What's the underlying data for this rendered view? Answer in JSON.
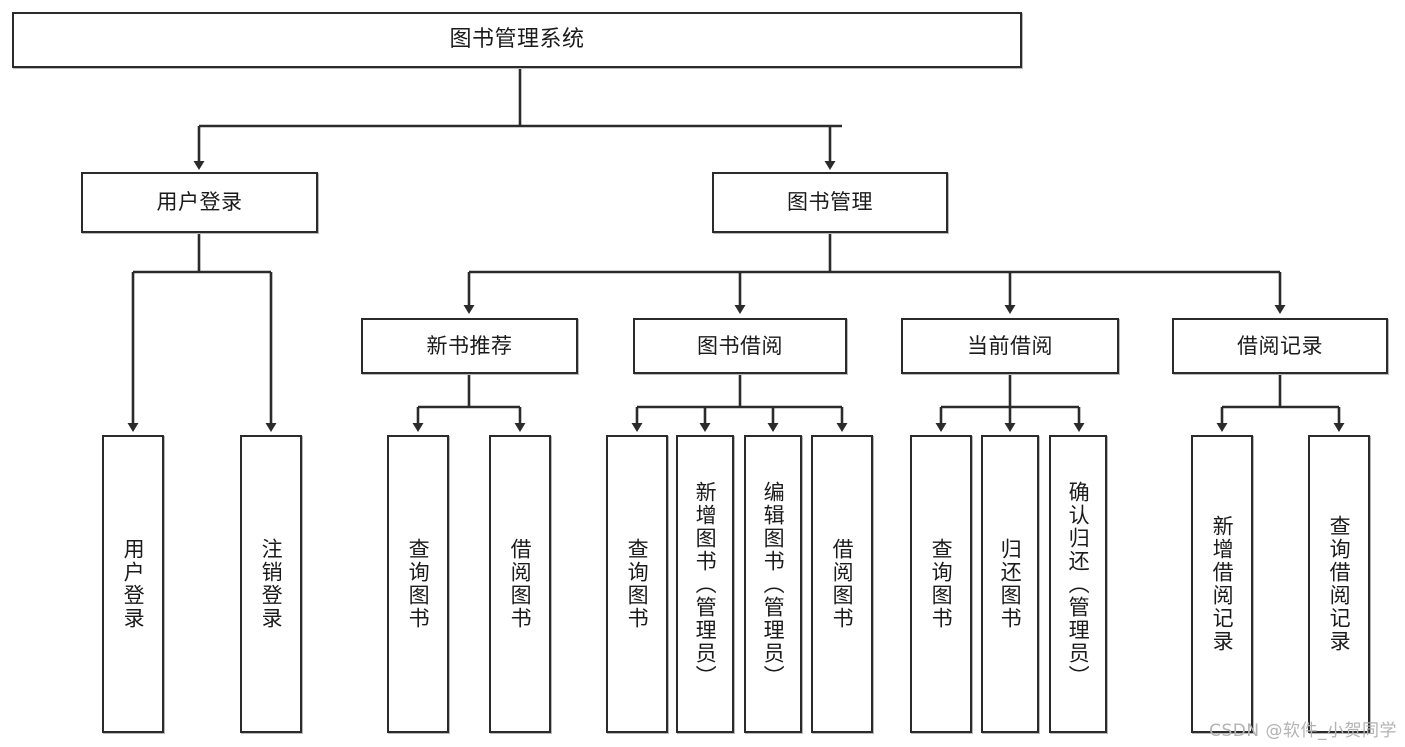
{
  "diagram": {
    "title": "图书管理系统",
    "type": "功能结构图",
    "stroke_color": "#2b2b2b",
    "fill_color": "#ffffff",
    "background_color": "#ffffff"
  },
  "watermark": {
    "text": "CSDN @软件_小贺同学",
    "color": "#b3b3b3"
  },
  "nodes": {
    "root": {
      "label": "图书管理系统",
      "level": 1
    },
    "level2": [
      {
        "id": "user-login",
        "label": "用户登录"
      },
      {
        "id": "book-manage",
        "label": "图书管理"
      }
    ],
    "level3": [
      {
        "id": "new-book-recommend",
        "label": "新书推荐"
      },
      {
        "id": "book-borrow",
        "label": "图书借阅"
      },
      {
        "id": "current-borrow",
        "label": "当前借阅"
      },
      {
        "id": "borrow-record",
        "label": "借阅记录"
      }
    ],
    "leaves": {
      "user-login": [
        {
          "id": "leaf-user-login",
          "label": "用户登录"
        },
        {
          "id": "leaf-logout-login",
          "label": "注销登录"
        }
      ],
      "new-book-recommend": [
        {
          "id": "leaf-query-book-1",
          "label": "查询图书"
        },
        {
          "id": "leaf-borrow-book-1",
          "label": "借阅图书"
        }
      ],
      "book-borrow": [
        {
          "id": "leaf-query-book-2",
          "label": "查询图书"
        },
        {
          "id": "leaf-add-book",
          "label": "新增图书（管理员）"
        },
        {
          "id": "leaf-edit-book",
          "label": "编辑图书（管理员）"
        },
        {
          "id": "leaf-borrow-book-2",
          "label": "借阅图书"
        }
      ],
      "current-borrow": [
        {
          "id": "leaf-query-book-3",
          "label": "查询图书"
        },
        {
          "id": "leaf-return-book",
          "label": "归还图书"
        },
        {
          "id": "leaf-confirm-return",
          "label": "确认归还（管理员）"
        }
      ],
      "borrow-record": [
        {
          "id": "leaf-add-record",
          "label": "新增借阅记录"
        },
        {
          "id": "leaf-query-record",
          "label": "查询借阅记录"
        }
      ]
    }
  }
}
